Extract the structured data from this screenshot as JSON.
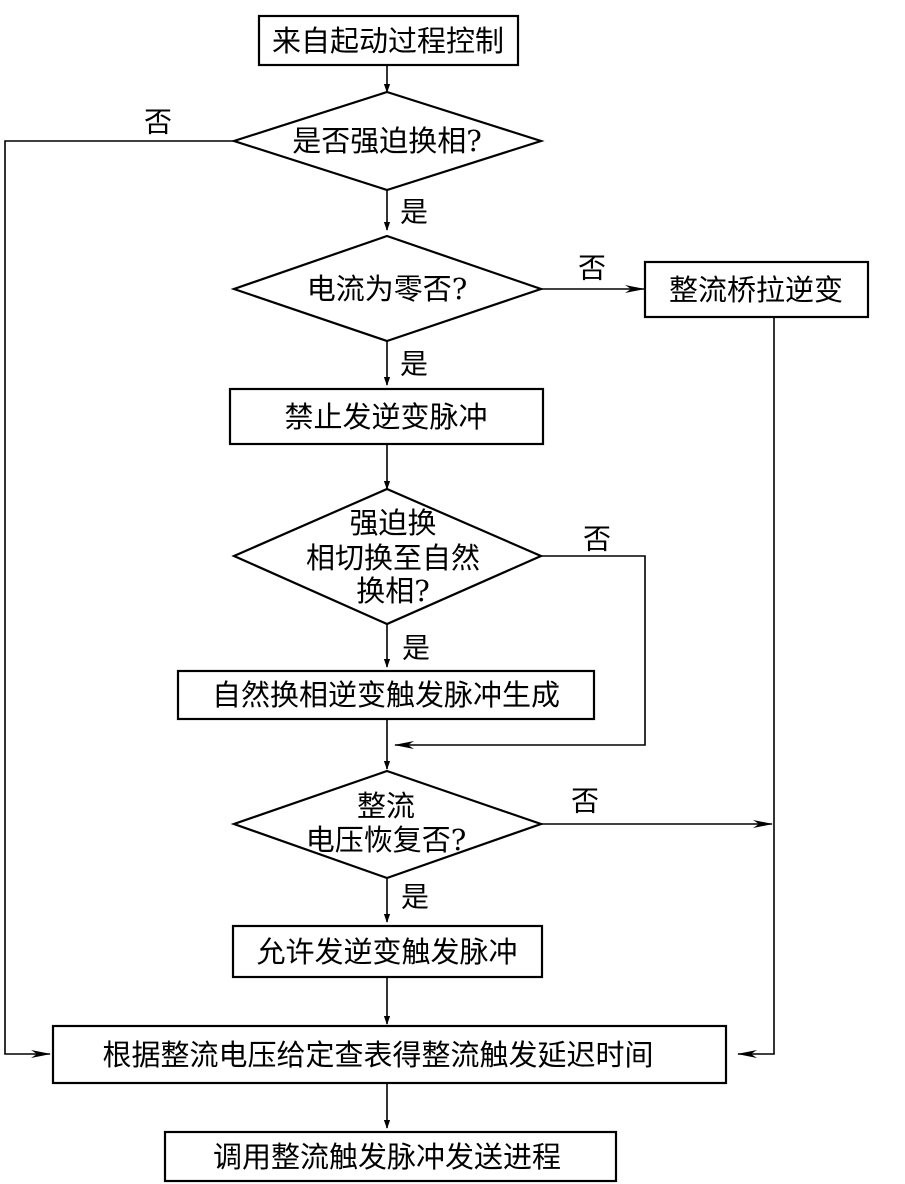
{
  "nodes": {
    "start": "来自起动过程控制",
    "q_forced": "是否强迫换相?",
    "q_current_zero": "电流为零否?",
    "bridge_invert": "整流桥拉逆变",
    "inhibit_pulse": "禁止发逆变脉冲",
    "q_switch": [
      "强迫换",
      "相切换至自然",
      "换相?"
    ],
    "gen_pulse": "自然换相逆变触发脉冲生成",
    "q_voltage": [
      "整流",
      "电压恢复否?"
    ],
    "allow_pulse": "允许发逆变触发脉冲",
    "lookup_delay": "根据整流电压给定查表得整流触发延迟时间",
    "send_process": "调用整流触发脉冲发送进程"
  },
  "edge_labels": {
    "yes": "是",
    "no": "否"
  }
}
